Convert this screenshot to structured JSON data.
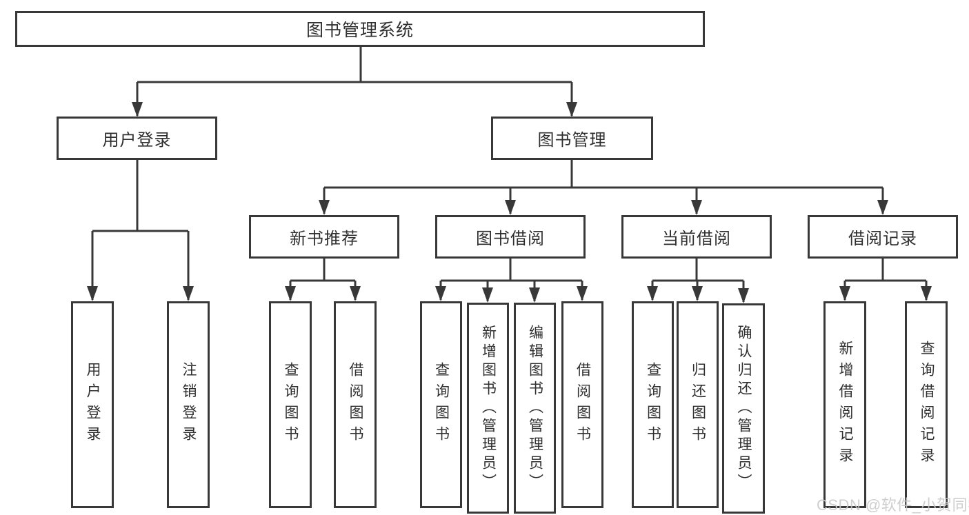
{
  "tree": {
    "root_label": "图书管理系统",
    "level2": [
      {
        "label": "用户登录",
        "children": [
          "用户登录",
          "注销登录"
        ]
      },
      {
        "label": "图书管理"
      }
    ],
    "level3": [
      {
        "label": "新书推荐",
        "children": [
          "查询图书",
          "借阅图书"
        ]
      },
      {
        "label": "图书借阅",
        "children": [
          "查询图书",
          "新增图书（管理员）",
          "编辑图书（管理员）",
          "借阅图书"
        ]
      },
      {
        "label": "当前借阅",
        "children": [
          "查询图书",
          "归还图书",
          "确认归还（管理员）"
        ]
      },
      {
        "label": "借阅记录",
        "children": [
          "新增借阅记录",
          "查询借阅记录"
        ]
      }
    ]
  },
  "watermark": {
    "text": "CSDN @软件_小贺同学"
  },
  "colors": {
    "line": "#383838",
    "box_border": "#383838",
    "text": "#2f2f2f",
    "watermark_color": "#c9c9c9",
    "background": "#ffffff"
  }
}
